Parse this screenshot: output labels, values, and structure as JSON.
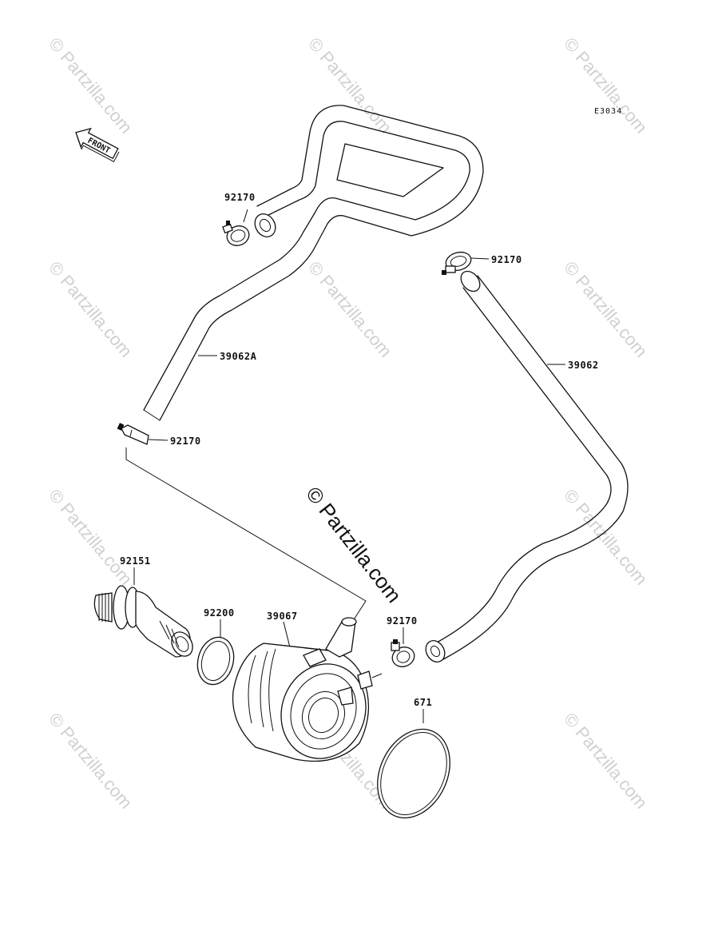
{
  "diagram": {
    "code": "E3034",
    "front_label": "FRONT",
    "watermark": "© Partzilla.com",
    "center_watermark": "© Partzilla.com"
  },
  "parts": [
    {
      "id": "p1",
      "number": "92170"
    },
    {
      "id": "p2",
      "number": "92170"
    },
    {
      "id": "p3",
      "number": "39062A"
    },
    {
      "id": "p4",
      "number": "39062"
    },
    {
      "id": "p5",
      "number": "92170"
    },
    {
      "id": "p6",
      "number": "92151"
    },
    {
      "id": "p7",
      "number": "92200"
    },
    {
      "id": "p8",
      "number": "39067"
    },
    {
      "id": "p9",
      "number": "92170"
    },
    {
      "id": "p10",
      "number": "671"
    }
  ]
}
